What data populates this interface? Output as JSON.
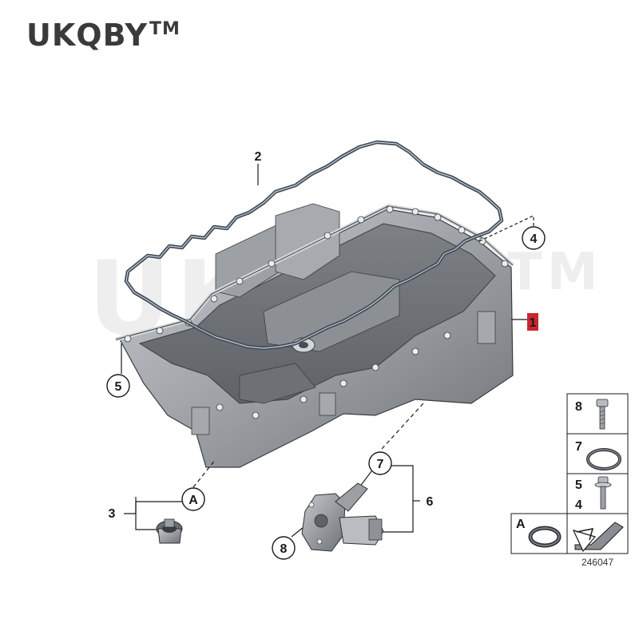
{
  "brand": {
    "name": "UKQBY",
    "tm": "TM"
  },
  "watermark": {
    "name": "UKQBY",
    "tm": "TM"
  },
  "callouts": {
    "c1": "1",
    "c2": "2",
    "c3": "3",
    "c4": "4",
    "c5": "5",
    "c6": "6",
    "c7": "7",
    "c8": "8",
    "cA": "A"
  },
  "legend": {
    "row8": "8",
    "row7": "7",
    "row5": "5",
    "row4": "4",
    "rowA": "A"
  },
  "diagram_number": "246047",
  "colors": {
    "highlight": "#c8272d",
    "ink": "#1a1a1a",
    "metal": "#8e9297",
    "gasket": "#3e4a57"
  }
}
